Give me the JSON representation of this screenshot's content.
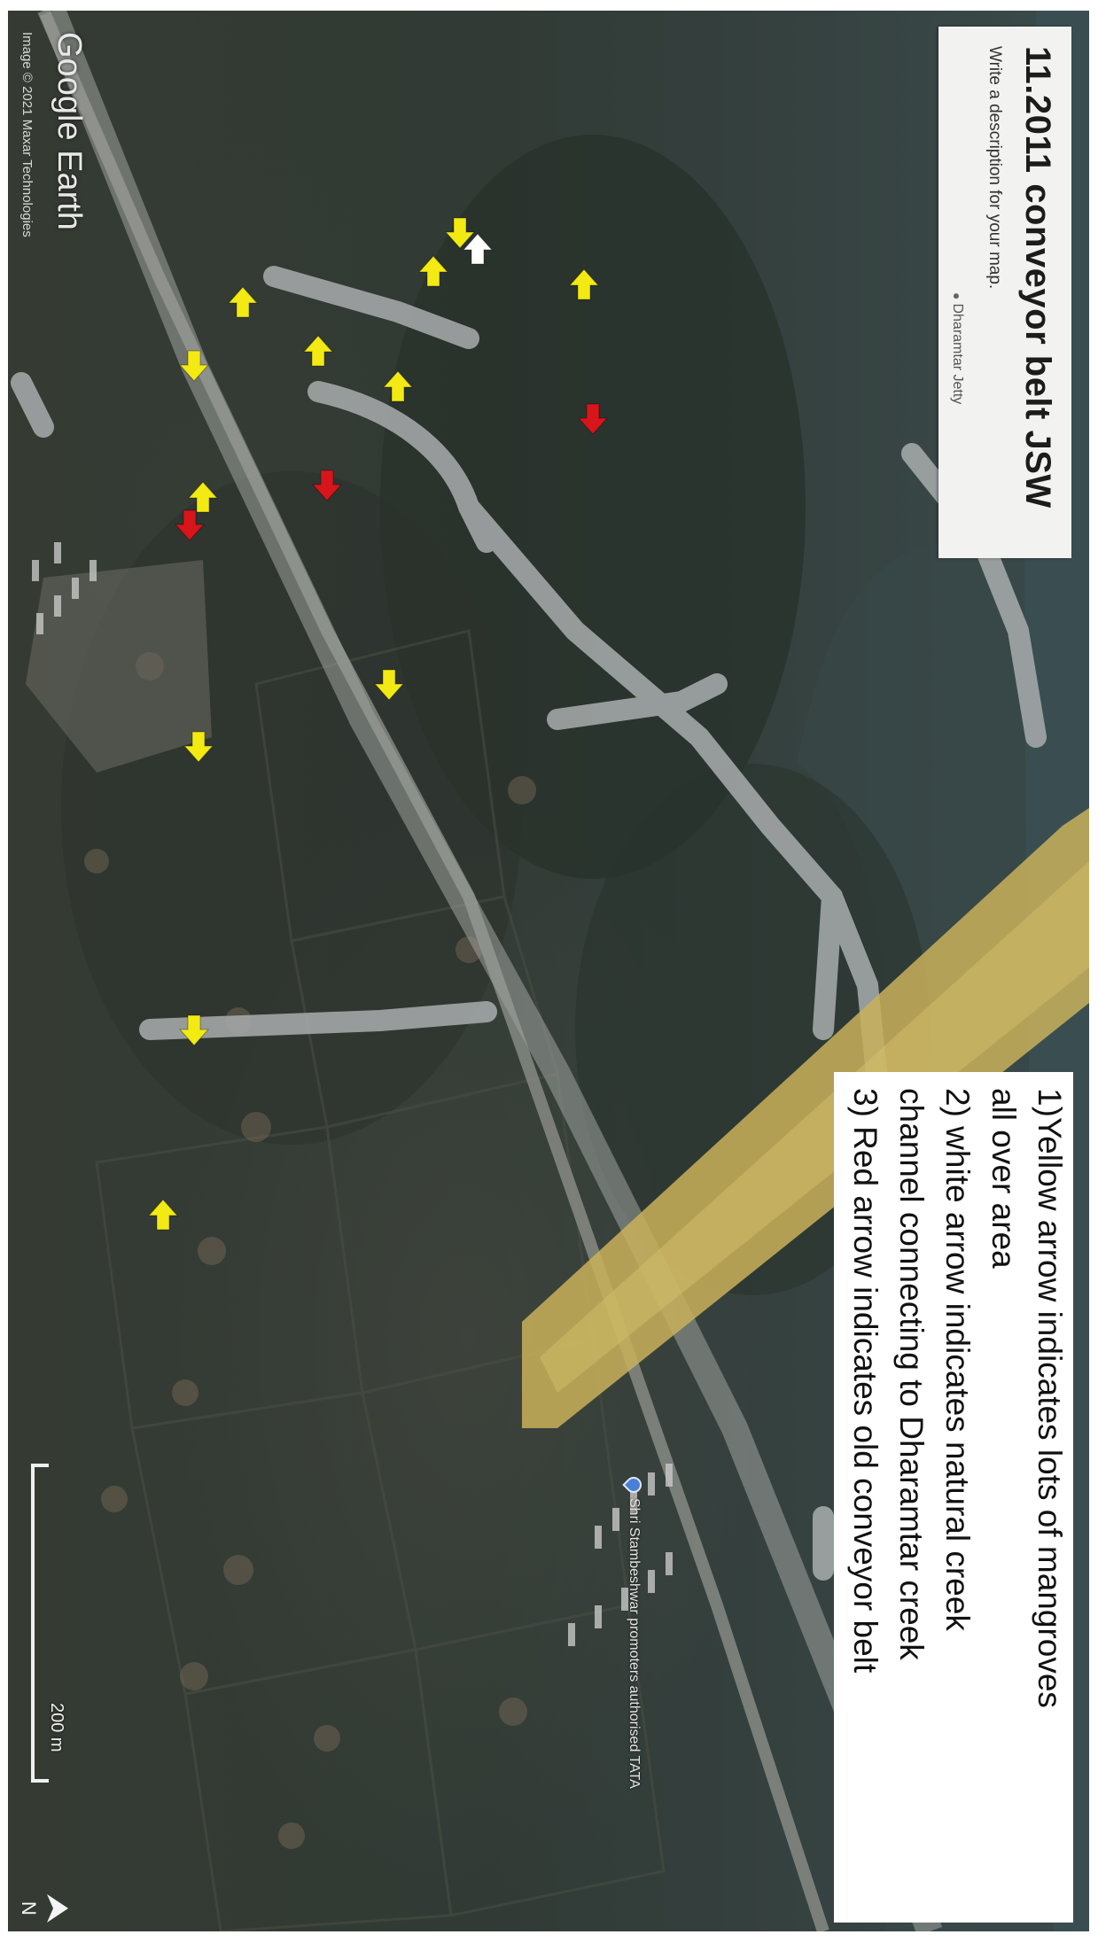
{
  "map": {
    "title": "11.2011 conveyor belt JSW",
    "subtitle": "Write a description for your map.",
    "place_label_top": "Dharamtar Jetty",
    "place_label_mid": "Shri Stambeshwar promoters authorised TATA",
    "brand": "Google Earth",
    "imagery_credit": "Image © 2021 Maxar Technologies",
    "scale_label": "200 m",
    "north_label": "N"
  },
  "legend": {
    "line1": "1)Yellow arrow indicates lots of mangroves",
    "line2": "all over area",
    "line3": "2) white arrow indicates natural creek",
    "line4": "channel connecting to Dharamtar creek",
    "line5": "3) Red arrow indicates old conveyor belt"
  },
  "colors": {
    "yellow_arrow": "#f2ea12",
    "white_arrow": "#ffffff",
    "red_arrow": "#d8151b",
    "conveyor_belt": "#c9b25a",
    "roads": "#a9adae"
  },
  "markers": {
    "yellow_count": 12,
    "white_count": 1,
    "red_count": 3
  }
}
